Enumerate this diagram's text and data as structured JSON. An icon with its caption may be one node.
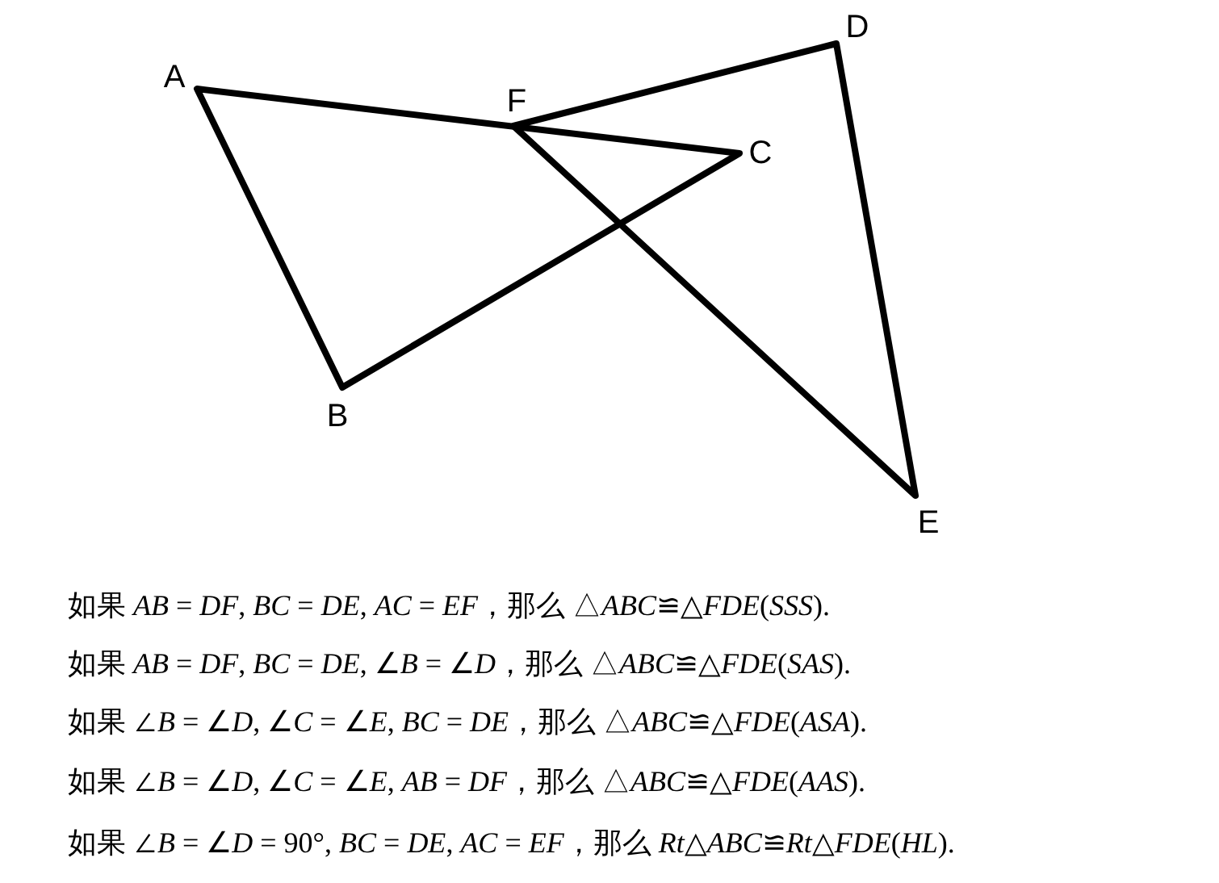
{
  "diagram": {
    "labels": [
      "A",
      "D",
      "F",
      "C",
      "B",
      "E",
      "如果 *AB* = *DF*, *BC* = *DE*, *AC* = *EF*，那么 △*ABC*≌△*FDE*(*SSS*).",
      "如果 *AB* = *DF*, *BC* = *DE*, ∠*B* = ∠*D*，那么 △*ABC*≌△*FDE*(*SAS*).",
      "如果 ∠*B* = ∠*D*, ∠*C* = ∠*E*, *BC* = *DE*，那么 △*ABC*≌△*FDE*(*ASA*).",
      "如果 ∠*B* = ∠*D*, ∠*C* = ∠*E*, *AB* = *DF*，那么 △*ABC*≌△*FDE*(*AAS*).",
      "如果 ∠*B* = ∠*D* = 90°, *BC* = *DE*, *AC* = *EF*，那么 *Rt*△*ABC*≌*Rt*△*FDE*(*HL*)."
    ]
  }
}
